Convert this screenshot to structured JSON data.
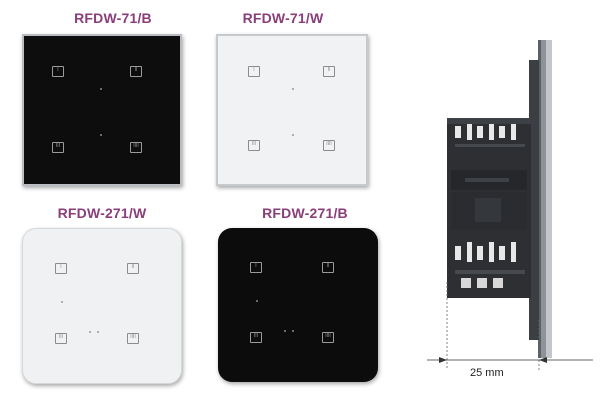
{
  "products": [
    {
      "model": "RFDW-71/B",
      "finish": "black",
      "shape": "square"
    },
    {
      "model": "RFDW-71/W",
      "finish": "white",
      "shape": "square"
    },
    {
      "model": "RFDW-271/W",
      "finish": "white",
      "shape": "rounded"
    },
    {
      "model": "RFDW-271/B",
      "finish": "black",
      "shape": "rounded"
    }
  ],
  "dimension": {
    "depth_label": "25 mm"
  },
  "colors": {
    "label": "#8a3e7a",
    "black_glass": "#0d0d0e",
    "white_glass": "#f1f2f3",
    "key_on_black": "#9a9a9a",
    "key_on_white": "#8c8c8c",
    "side_body": "#2d2f33",
    "side_face": "#9aa0a6"
  },
  "icons": [
    "button-i-icon",
    "button-ii-icon",
    "button-iii-icon",
    "button-iiii-icon"
  ]
}
